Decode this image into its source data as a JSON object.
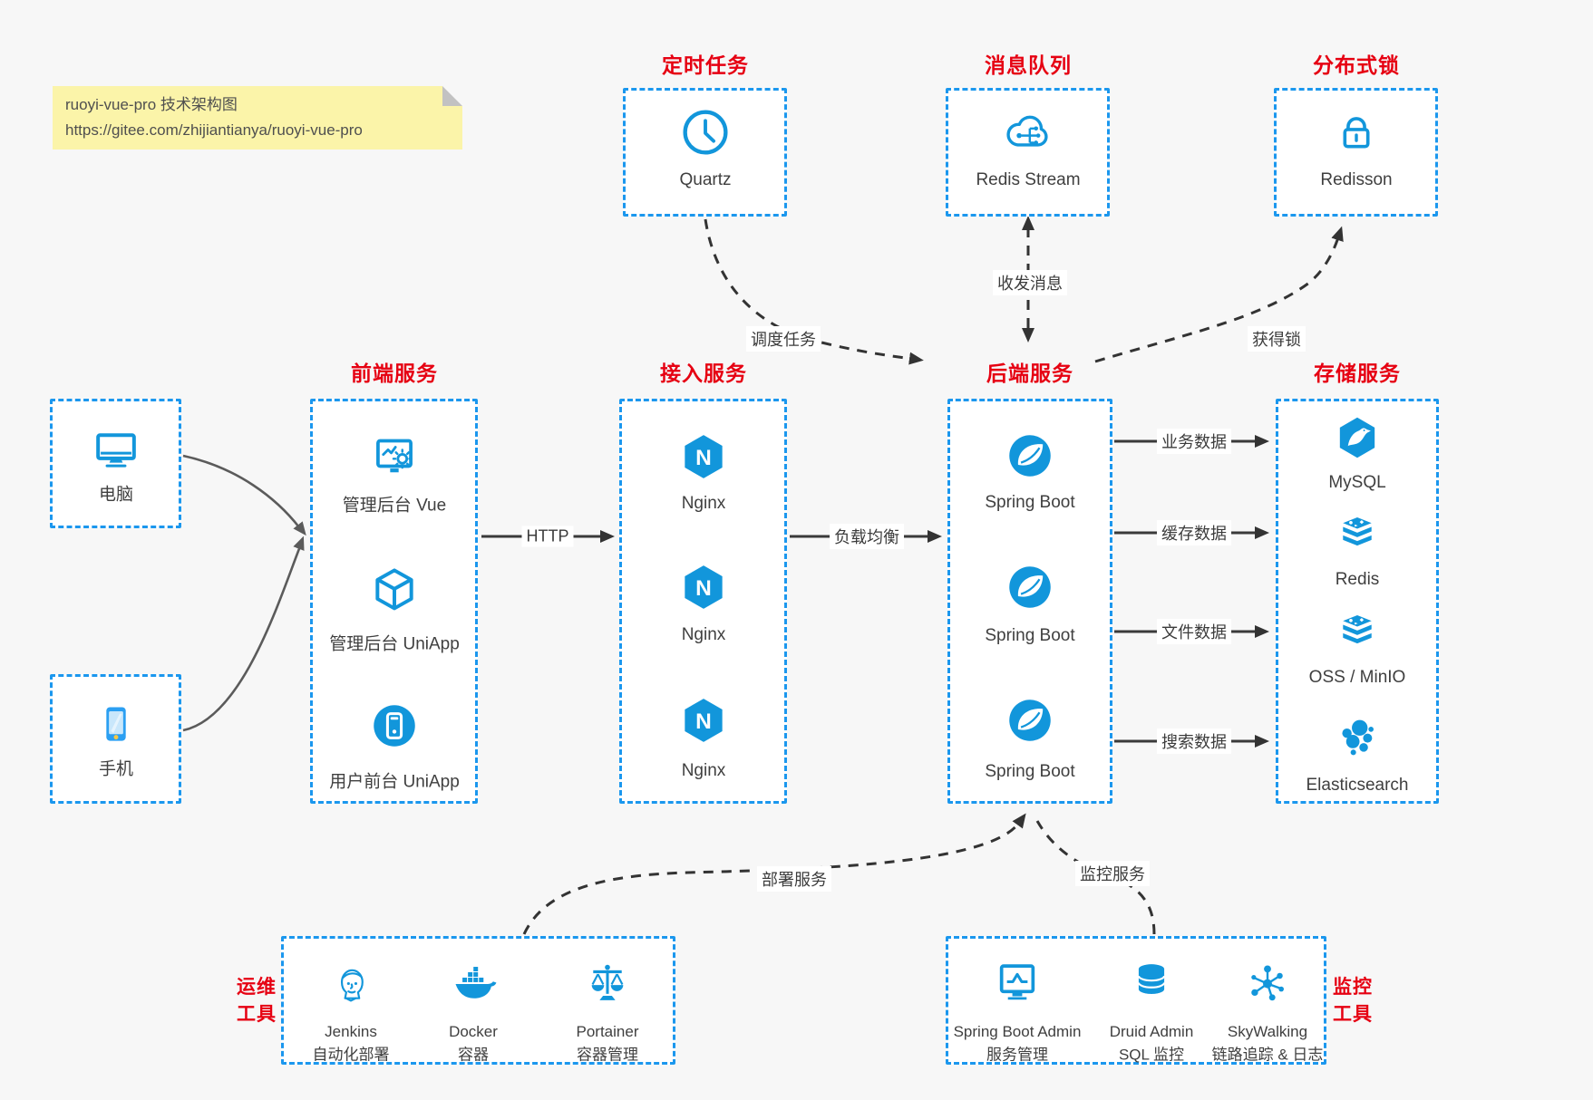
{
  "note": {
    "line1": "ruoyi-vue-pro 技术架构图",
    "line2": "https://gitee.com/zhijiantianya/ruoyi-vue-pro"
  },
  "colors": {
    "accent_blue": "#1296db",
    "border_blue": "#1b97ee",
    "title_red": "#e60012",
    "text_dark": "#3f3f3f",
    "arrow_dark": "#333333",
    "note_bg": "#fbf4a9"
  },
  "top_services": [
    {
      "title": "定时任务",
      "label": "Quartz",
      "icon": "clock-icon"
    },
    {
      "title": "消息队列",
      "label": "Redis Stream",
      "icon": "cloud-stream-icon"
    },
    {
      "title": "分布式锁",
      "label": "Redisson",
      "icon": "lock-icon"
    }
  ],
  "clients": [
    {
      "label": "电脑",
      "icon": "desktop-icon"
    },
    {
      "label": "手机",
      "icon": "phone-icon"
    }
  ],
  "frontend": {
    "title": "前端服务",
    "items": [
      {
        "label": "管理后台 Vue",
        "icon": "admin-vue-icon"
      },
      {
        "label": "管理后台 UniApp",
        "icon": "cube-icon"
      },
      {
        "label": "用户前台 UniApp",
        "icon": "mobile-circle-icon"
      }
    ]
  },
  "gateway": {
    "title": "接入服务",
    "items": [
      {
        "label": "Nginx",
        "icon": "nginx-icon"
      },
      {
        "label": "Nginx",
        "icon": "nginx-icon"
      },
      {
        "label": "Nginx",
        "icon": "nginx-icon"
      }
    ]
  },
  "backend": {
    "title": "后端服务",
    "items": [
      {
        "label": "Spring Boot",
        "icon": "spring-icon"
      },
      {
        "label": "Spring Boot",
        "icon": "spring-icon"
      },
      {
        "label": "Spring Boot",
        "icon": "spring-icon"
      }
    ]
  },
  "storage": {
    "title": "存储服务",
    "items": [
      {
        "label": "MySQL",
        "icon": "mysql-icon"
      },
      {
        "label": "Redis",
        "icon": "redis-stack-icon"
      },
      {
        "label": "OSS / MinIO",
        "icon": "redis-stack-icon"
      },
      {
        "label": "Elasticsearch",
        "icon": "elasticsearch-icon"
      }
    ]
  },
  "edges": {
    "http": "HTTP",
    "load_balance": "负载均衡",
    "schedule": "调度任务",
    "messages": "收发消息",
    "lock": "获得锁",
    "business": "业务数据",
    "cache": "缓存数据",
    "file": "文件数据",
    "search": "搜索数据",
    "deploy": "部署服务",
    "monitor": "监控服务"
  },
  "ops": {
    "label1": "运维",
    "label2": "工具",
    "items": [
      {
        "name": "Jenkins",
        "desc": "自动化部署",
        "icon": "jenkins-icon"
      },
      {
        "name": "Docker",
        "desc": "容器",
        "icon": "docker-icon"
      },
      {
        "name": "Portainer",
        "desc": "容器管理",
        "icon": "portainer-icon"
      }
    ]
  },
  "monitoring": {
    "label1": "监控",
    "label2": "工具",
    "items": [
      {
        "name": "Spring Boot Admin",
        "desc": "服务管理",
        "icon": "spring-boot-admin-icon"
      },
      {
        "name": "Druid Admin",
        "desc": "SQL 监控",
        "icon": "druid-icon"
      },
      {
        "name": "SkyWalking",
        "desc": "链路追踪 & 日志",
        "icon": "skywalking-icon"
      }
    ]
  }
}
